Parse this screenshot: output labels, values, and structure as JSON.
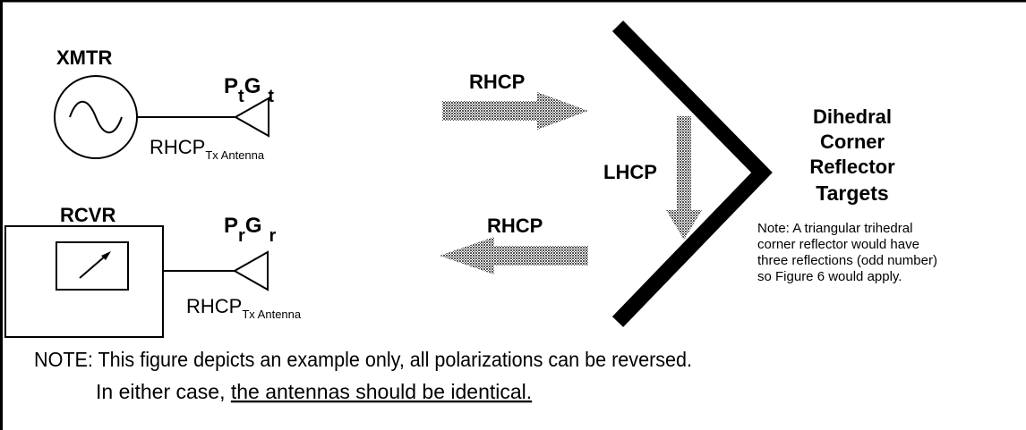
{
  "transmitter": {
    "label": "XMTR",
    "power_main": "P",
    "power_sub": "t",
    "gain_main": "G",
    "gain_sub": "t",
    "antenna_main": "RHCP",
    "antenna_sub": "Tx Antenna"
  },
  "receiver": {
    "label": "RCVR",
    "power_main": "P",
    "power_sub": "r",
    "gain_main": "G",
    "gain_sub": "r",
    "antenna_main": "RHCP",
    "antenna_sub": "Tx Antenna"
  },
  "arrows": {
    "outgoing": "RHCP",
    "between_reflections": "LHCP",
    "returning": "RHCP"
  },
  "target": {
    "title_lines": [
      "Dihedral",
      "Corner",
      "Reflector",
      "Targets"
    ],
    "note_lines": [
      "Note:  A triangular trihedral",
      "corner reflector would have",
      "three reflections (odd number)",
      "so Figure 6 would apply."
    ]
  },
  "footer": {
    "line1": "NOTE: This figure depicts an example only, all polarizations can be reversed.",
    "line2_prefix": "In either case, ",
    "line2_underlined": "the antennas should be identical."
  },
  "colors": {
    "ink": "#000000",
    "background": "#ffffff",
    "arrow_fill": "#7a7a7a"
  }
}
